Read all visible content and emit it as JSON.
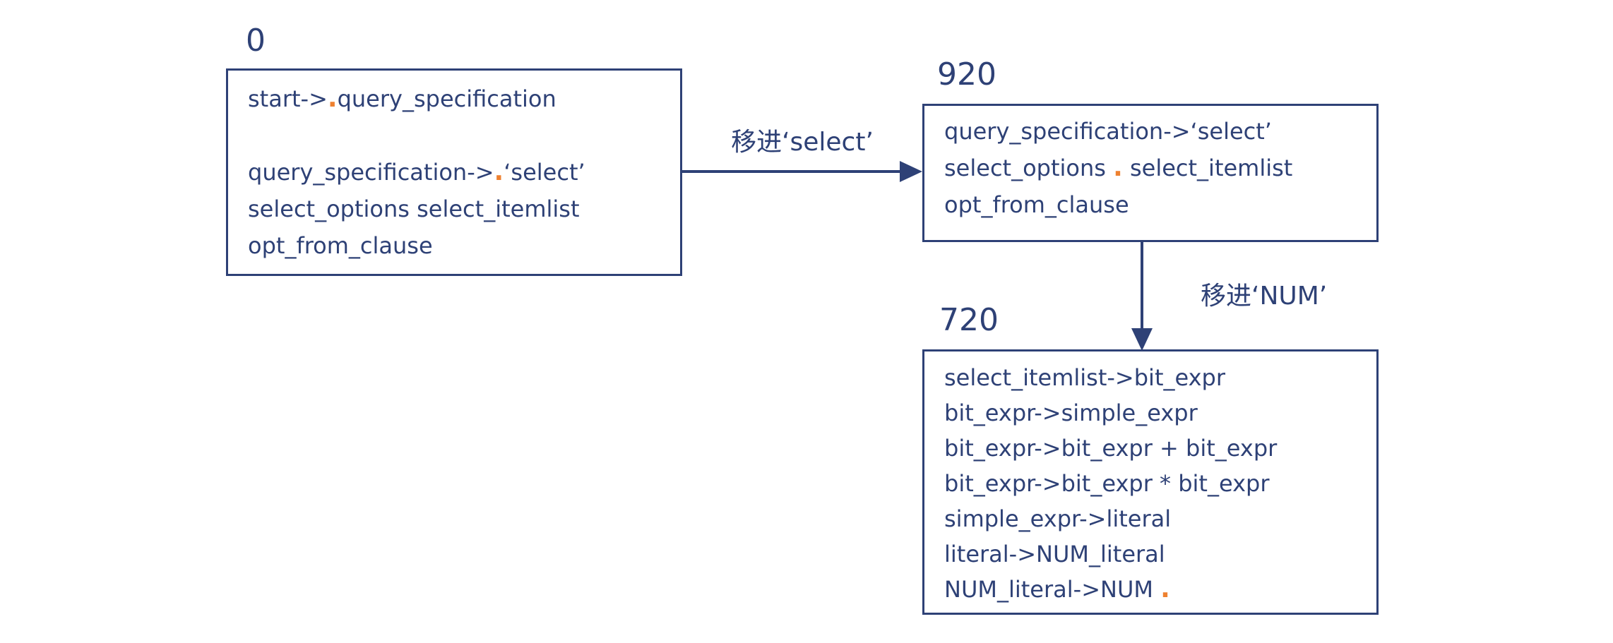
{
  "colors": {
    "ink": "#2e4176",
    "accent": "#ee8130",
    "background": "#ffffff"
  },
  "states": [
    {
      "label": "0",
      "lines": [
        {
          "seg": [
            "start->",
            ".",
            "query_specification"
          ]
        },
        {
          "seg": [
            "query_specification->",
            ".",
            "‘select’"
          ]
        },
        {
          "seg": [
            "select_options select_itemlist"
          ]
        },
        {
          "seg": [
            "opt_from_clause"
          ]
        }
      ]
    },
    {
      "label": "920",
      "lines": [
        {
          "seg": [
            "query_specification->‘select’"
          ]
        },
        {
          "seg": [
            "select_options ",
            ".",
            " select_itemlist"
          ]
        },
        {
          "seg": [
            "opt_from_clause"
          ]
        }
      ]
    },
    {
      "label": "720",
      "lines": [
        {
          "seg": [
            "select_itemlist->bit_expr"
          ]
        },
        {
          "seg": [
            "bit_expr->simple_expr"
          ]
        },
        {
          "seg": [
            "bit_expr->bit_expr + bit_expr"
          ]
        },
        {
          "seg": [
            "bit_expr->bit_expr * bit_expr"
          ]
        },
        {
          "seg": [
            "simple_expr->literal"
          ]
        },
        {
          "seg": [
            "literal->NUM_literal"
          ]
        },
        {
          "seg": [
            "NUM_literal->NUM ",
            "."
          ]
        }
      ]
    }
  ],
  "edges": [
    {
      "label": "移进‘select’"
    },
    {
      "label": "移进‘NUM’"
    }
  ]
}
